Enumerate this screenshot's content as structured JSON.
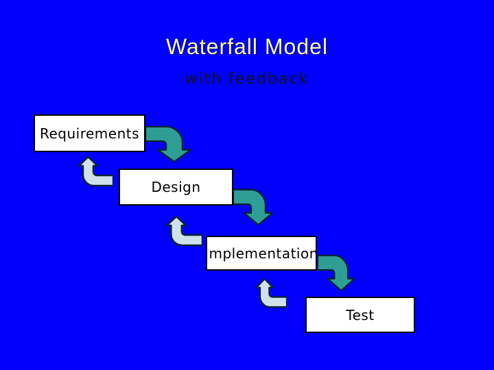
{
  "slide": {
    "title": "Waterfall Model",
    "subtitle": "with feedback",
    "background_color": "#0000FC",
    "title_color": "#FFFF99",
    "subtitle_color": "#141414"
  },
  "diagram": {
    "stages": [
      {
        "label": "Requirements"
      },
      {
        "label": "Design"
      },
      {
        "label": "Implementation"
      },
      {
        "label": "Test"
      }
    ],
    "forward_connections": [
      "Requirements -> Design",
      "Design -> Implementation",
      "Implementation -> Test"
    ],
    "feedback_connections": [
      "Design -> Requirements",
      "Implementation -> Design",
      "Test -> Implementation"
    ],
    "box_fill": "#FFFFFF",
    "box_border_color": "#000000",
    "box_text_color": "#000000",
    "forward_arrow_color": "#2E9E94",
    "feedback_arrow_color": "#CFE2EC",
    "arrow_outline_color": "#0A2430"
  }
}
